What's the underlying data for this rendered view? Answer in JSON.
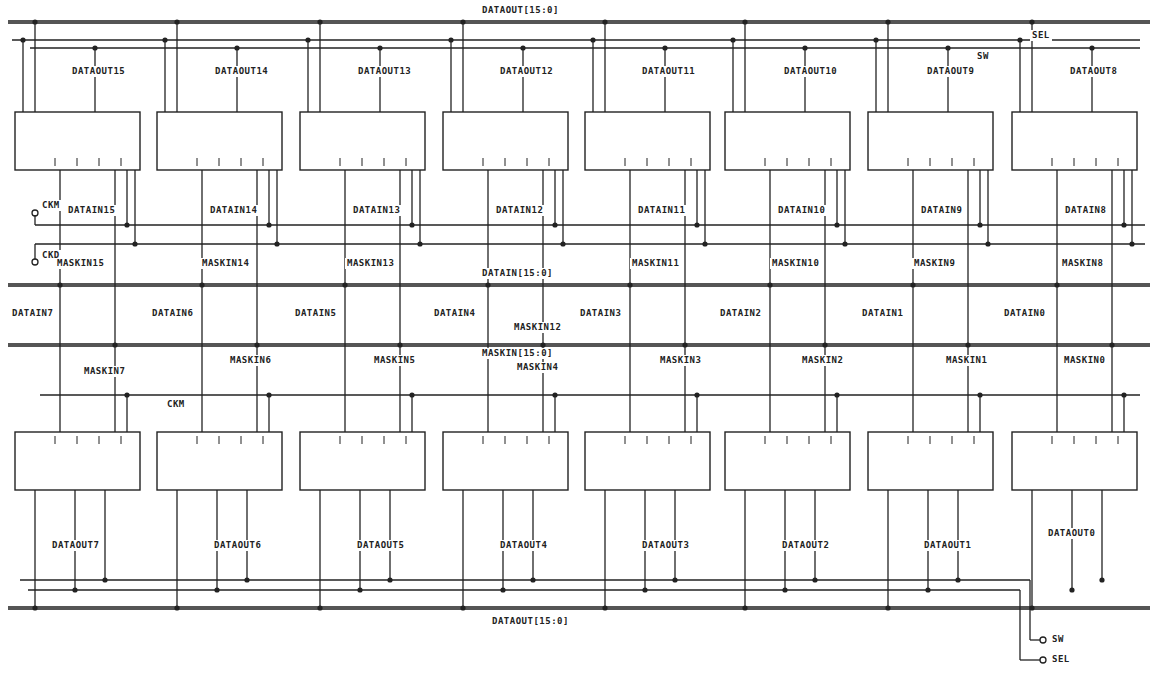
{
  "diagram": {
    "labels": [
      "DATAOUT[15:0]",
      "SEL",
      "SW",
      "DATAOUT15",
      "DATAOUT14",
      "DATAOUT13",
      "DATAOUT12",
      "DATAOUT11",
      "DATAOUT10",
      "DATAOUT9",
      "DATAOUT8",
      "CKM",
      "DATAIN15",
      "DATAIN14",
      "DATAIN13",
      "DATAIN12",
      "DATAIN11",
      "DATAIN10",
      "DATAIN9",
      "DATAIN8",
      "CKD",
      "MASKIN15",
      "MASKIN14",
      "MASKIN13",
      "DATAIN[15:0]",
      "MASKIN11",
      "MASKIN10",
      "MASKIN9",
      "MASKIN8",
      "DATAIN7",
      "DATAIN6",
      "DATAIN5",
      "DATAIN4",
      "DATAIN3",
      "DATAIN2",
      "DATAIN1",
      "DATAIN0",
      "MASKIN12",
      "MASKIN[15:0]",
      "MASKIN7",
      "MASKIN6",
      "MASKIN5",
      "MASKIN4",
      "MASKIN3",
      "MASKIN2",
      "MASKIN1",
      "MASKIN0",
      "CKM",
      "DATAOUT7",
      "DATAOUT6",
      "DATAOUT5",
      "DATAOUT4",
      "DATAOUT3",
      "DATAOUT2",
      "DATAOUT1",
      "DATAOUT0",
      "DATAOUT[15:0]",
      "SW",
      "SEL"
    ]
  }
}
